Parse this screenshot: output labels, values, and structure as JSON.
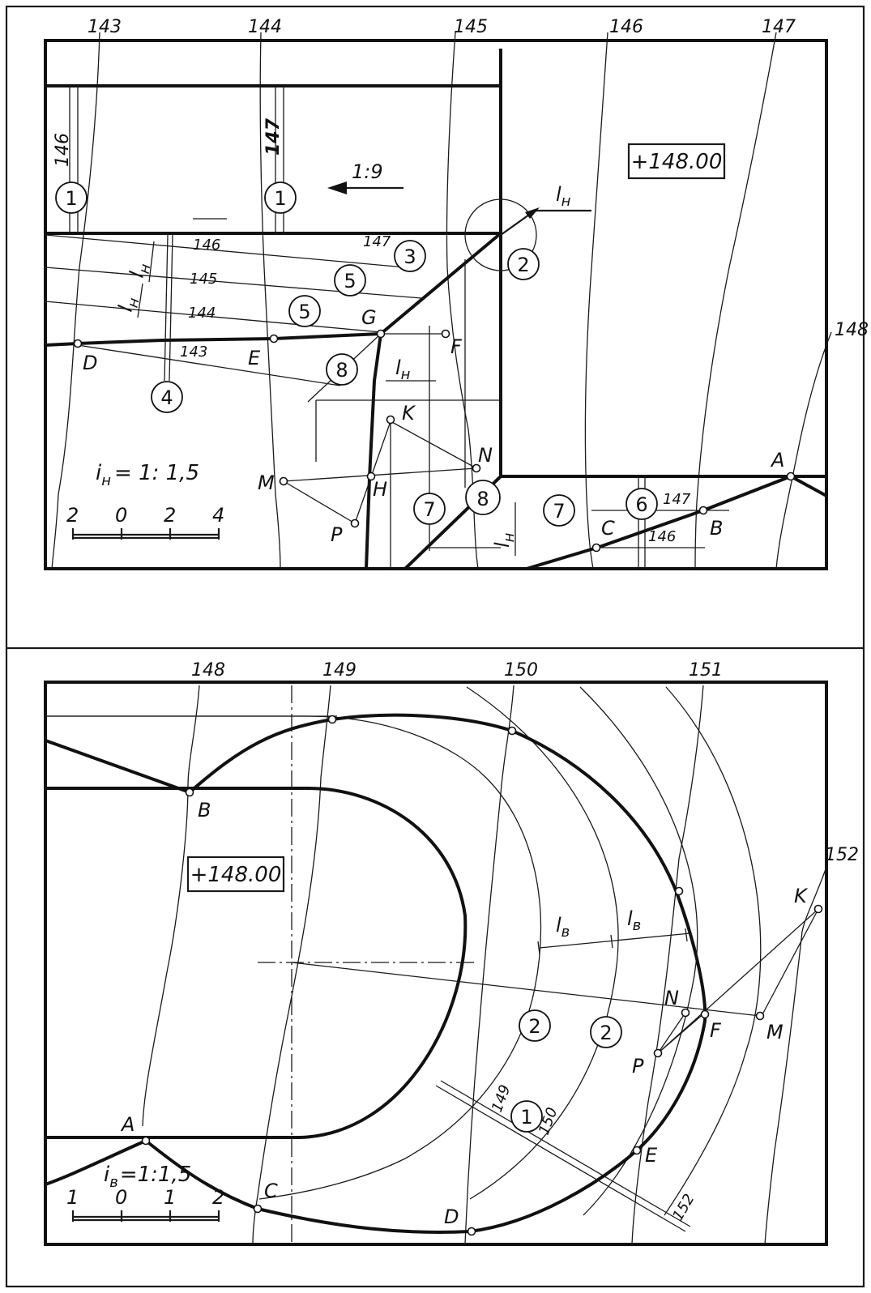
{
  "top_panel": {
    "contour_top_labels": [
      "143",
      "144",
      "145",
      "146",
      "147"
    ],
    "contour_right_label": "148",
    "slope_labels": [
      "146",
      "147"
    ],
    "slope_arrow": "1:9",
    "platform_mark": "+148.00",
    "l_label": "l",
    "l_sub": "н",
    "numbered_markers": [
      "1",
      "1",
      "2",
      "3",
      "5",
      "5",
      "4",
      "8",
      "8",
      "7",
      "7",
      "6"
    ],
    "horizontal_labels_left": [
      "146",
      "145",
      "144",
      "143"
    ],
    "horizontal_labels_right": [
      "147",
      "146"
    ],
    "points": [
      "D",
      "E",
      "G",
      "F",
      "K",
      "N",
      "M",
      "H",
      "P",
      "A",
      "B",
      "C"
    ],
    "slope_ratio": {
      "prefix": "i",
      "sub": "н",
      "value": "= 1: 1,5"
    },
    "scale": [
      "2",
      "0",
      "2",
      "4"
    ]
  },
  "bottom_panel": {
    "contour_top_labels": [
      "148",
      "149",
      "150",
      "151"
    ],
    "contour_right_label": "152",
    "platform_mark": "+148.00",
    "l_label": "l",
    "l_sub": "в",
    "numbered_markers": [
      "2",
      "2",
      "1"
    ],
    "contour_mid_labels": [
      "149",
      "150",
      "152"
    ],
    "points": [
      "B",
      "A",
      "C",
      "D",
      "E",
      "N",
      "F",
      "M",
      "P",
      "K"
    ],
    "slope_ratio": {
      "prefix": "i",
      "sub": "в",
      "value": "=1:1,5"
    },
    "scale": [
      "1",
      "0",
      "1",
      "2"
    ]
  }
}
